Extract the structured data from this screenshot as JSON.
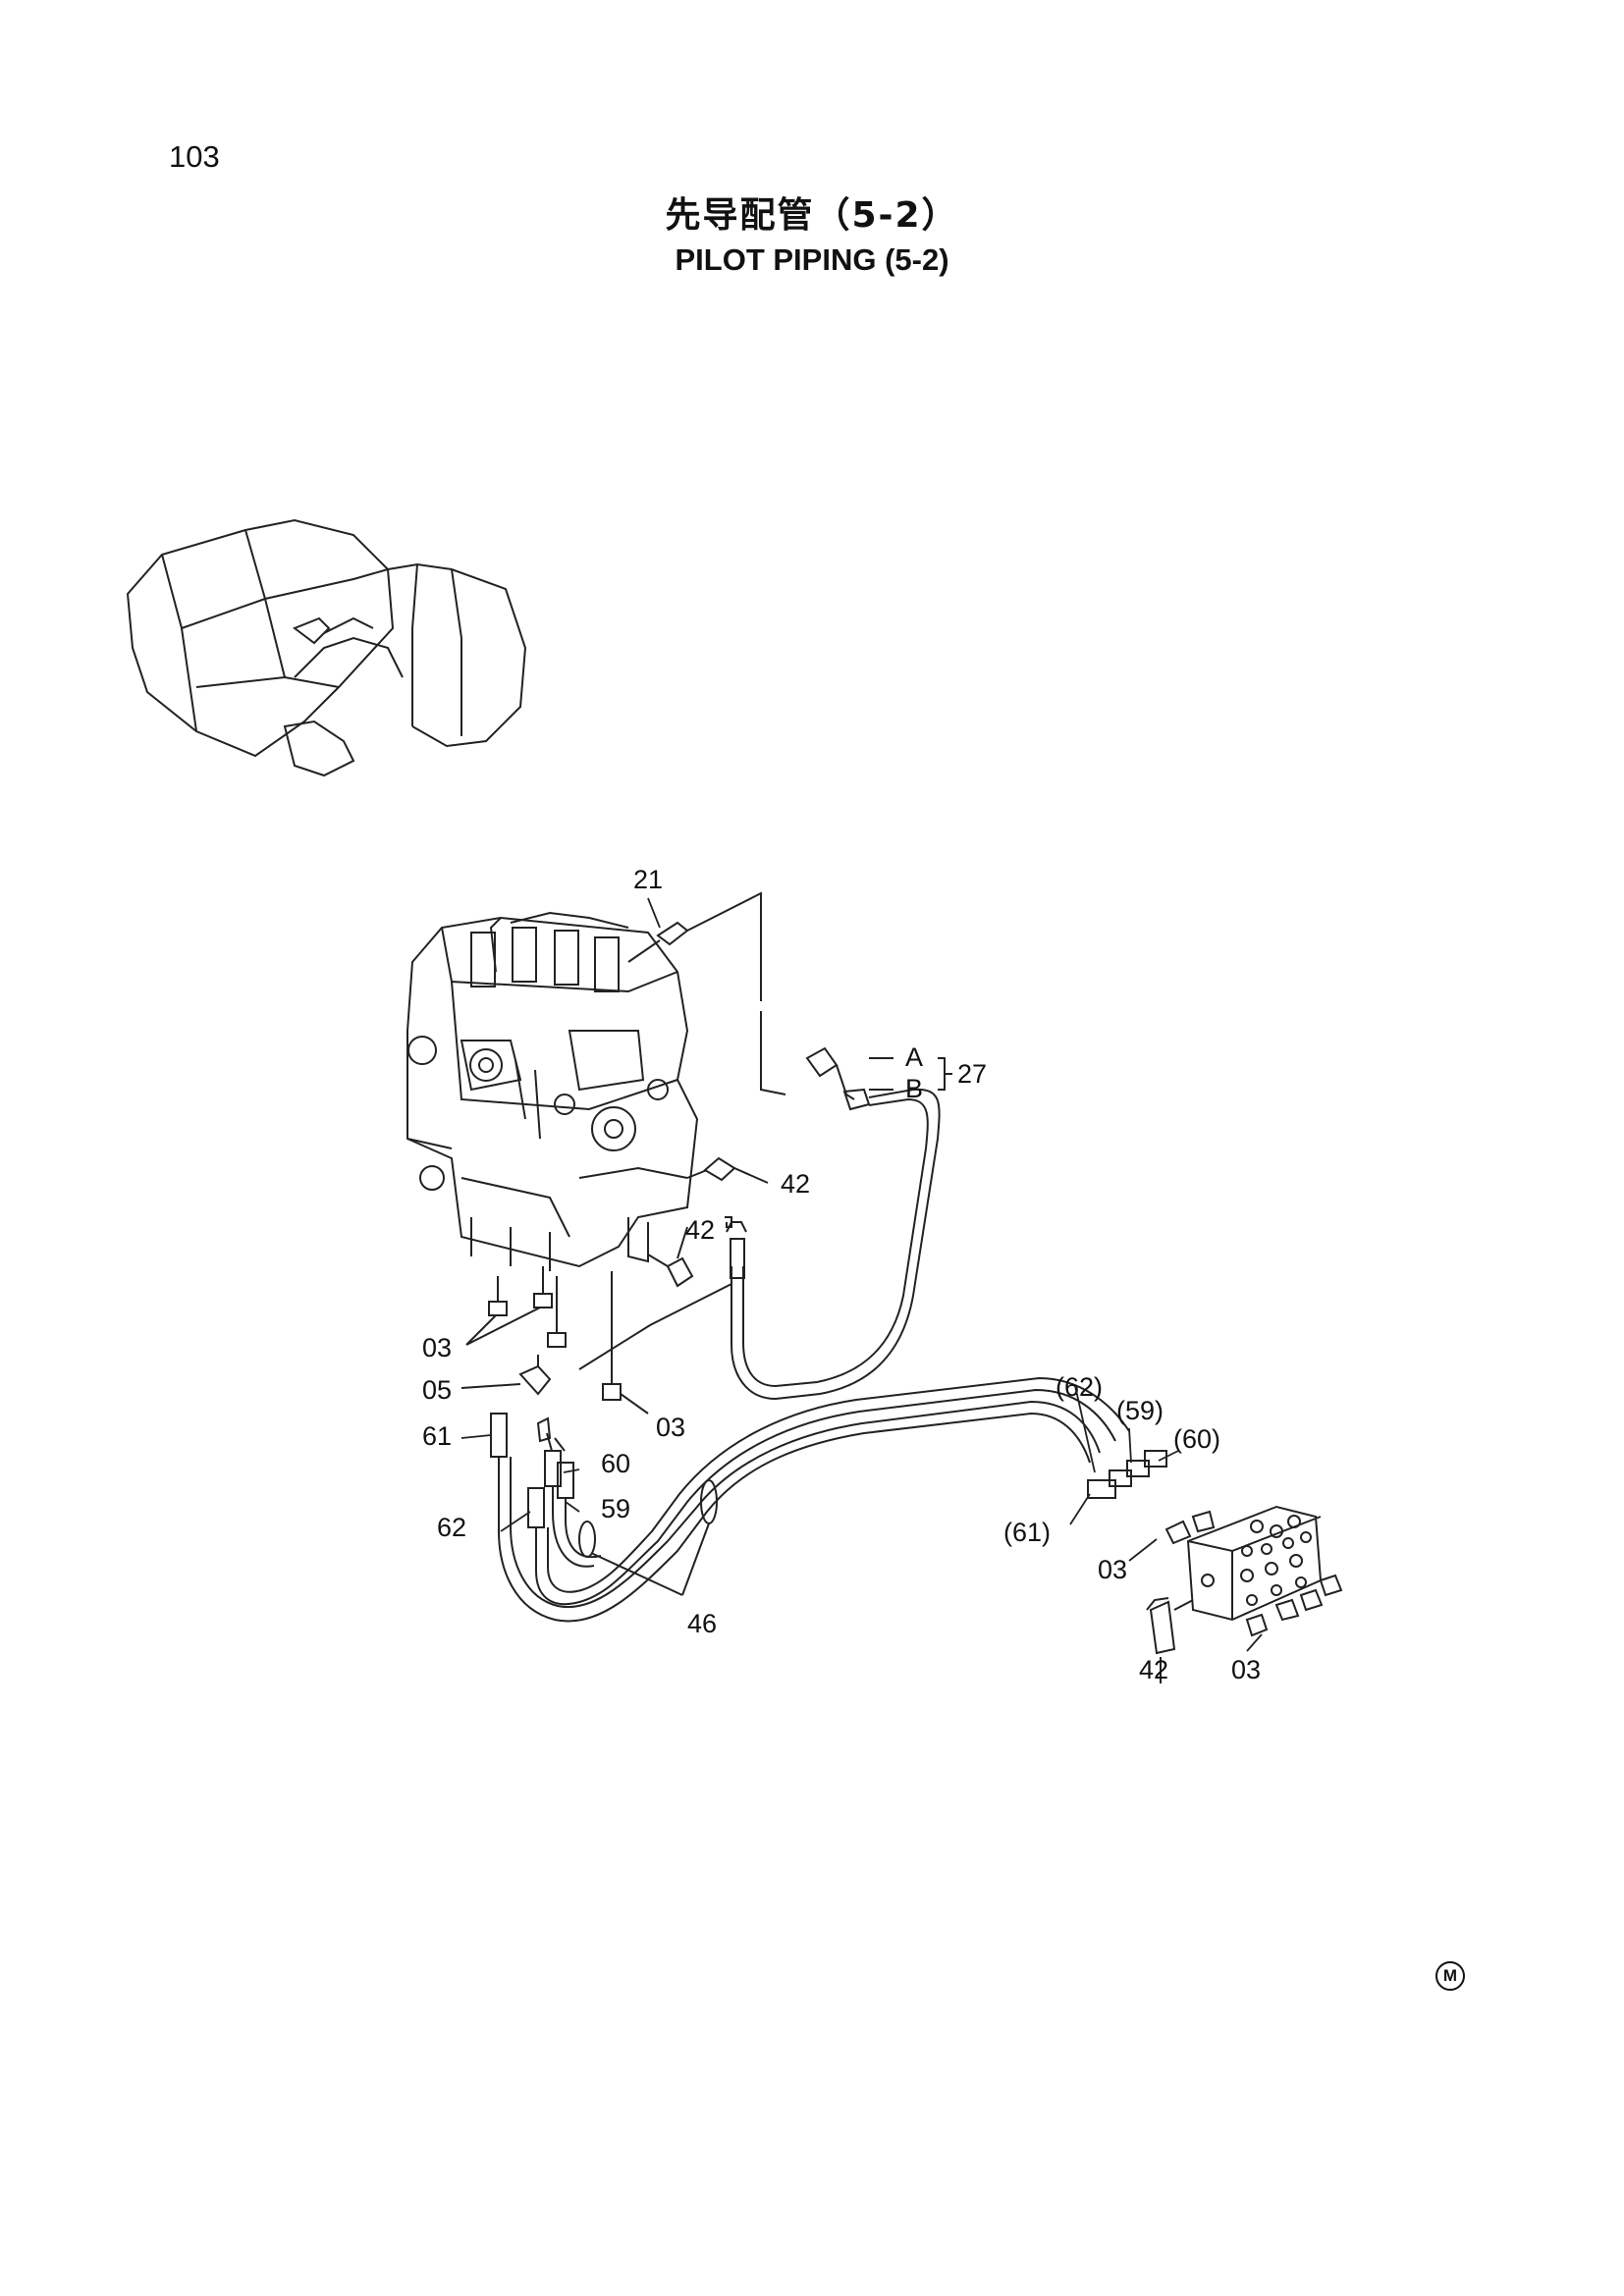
{
  "page": {
    "number": "103",
    "title_cn": "先导配管（5-2）",
    "title_en": "PILOT  PIPING (5-2)",
    "mark": "M"
  },
  "callouts": {
    "c21": "21",
    "cA": "A",
    "cB": "B",
    "c27": "27",
    "c42a": "42",
    "c42b": "42",
    "c03a": "03",
    "c05": "05",
    "c03b": "03",
    "c61": "61",
    "c60": "60",
    "c59": "59",
    "c62": "62",
    "c46": "46",
    "c62p": "(62)",
    "c59p": "(59)",
    "c60p": "(60)",
    "c61p": "(61)",
    "c03c": "03",
    "c42c": "42",
    "c03d": "03"
  }
}
